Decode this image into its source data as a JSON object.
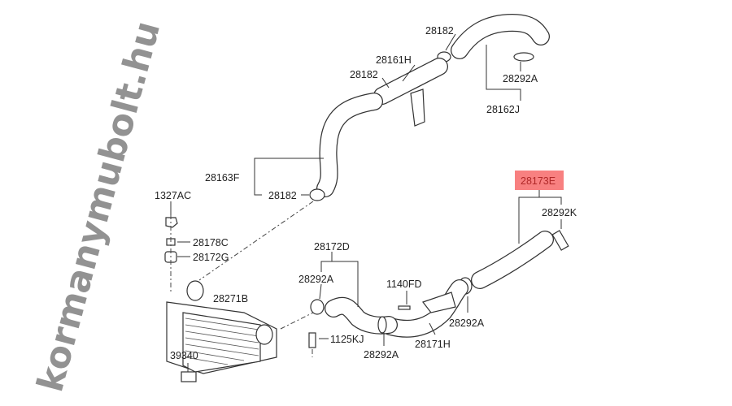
{
  "diagram": {
    "watermark": "kormanymubolt.hu",
    "highlight_color": "#f88080",
    "highlight_text_color": "#b02828",
    "labels": {
      "clamp_top": "28182",
      "pipe_upper": "28161H",
      "clamp_upper_left": "28182",
      "clamp_top_right": "28292A",
      "hose_top_right": "28162J",
      "hose_upper_left": "28163F",
      "clamp_mid": "28182",
      "nut": "1327AC",
      "hose_right_highlighted": "28173E",
      "clamp_right": "28292K",
      "bolt_small": "28178C",
      "grommet": "28172G",
      "hose_lower": "28172D",
      "clamp_lower_left": "28292A",
      "bolt_bracket": "1140FD",
      "intercooler": "28271B",
      "clamp_lower_right": "28292A",
      "bolt_lower": "1125KJ",
      "clamp_lower_mid": "28292A",
      "pipe_lower": "28171H",
      "sensor": "39340"
    }
  }
}
